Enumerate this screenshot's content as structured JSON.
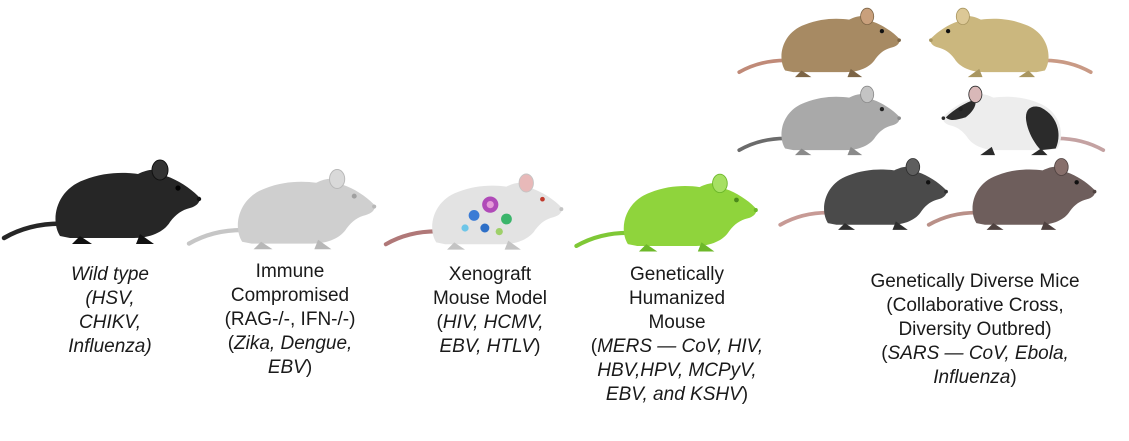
{
  "mice": [
    {
      "id": "wild-type",
      "body": "#262626",
      "dark": "#111111",
      "ear": "#333333",
      "tail": "#262626",
      "eye": "#000000"
    },
    {
      "id": "immune-compromised",
      "body": "#cfcfcf",
      "dark": "#b8b8b8",
      "ear": "#d9d9d9",
      "tail": "#c6c6c6",
      "eye": "#a0a0a0"
    },
    {
      "id": "xenograft",
      "body": "#e3e3e3",
      "dark": "#c4c4c4",
      "ear": "#e8b9b9",
      "tail": "#b07878",
      "eye": "#c0392b"
    },
    {
      "id": "humanized",
      "body": "#8fd43c",
      "dark": "#6db82a",
      "ear": "#a6e063",
      "tail": "#7fc836",
      "eye": "#4c8a1b"
    },
    {
      "id": "diverse-tan",
      "body": "#a78a63",
      "dark": "#7d6546",
      "ear": "#c9a07c",
      "tail": "#c08a78",
      "eye": "#111111"
    },
    {
      "id": "diverse-khaki",
      "body": "#cbb77e",
      "dark": "#a99660",
      "ear": "#dcc896",
      "tail": "#c99a85",
      "eye": "#111111"
    },
    {
      "id": "diverse-gray",
      "body": "#a9a9a9",
      "dark": "#8a8a8a",
      "ear": "#c4c4c4",
      "tail": "#6b6b6b",
      "eye": "#222222"
    },
    {
      "id": "diverse-piebald",
      "body": "#ededed",
      "dark": "#2b2b2b",
      "ear": "#d9b8b8",
      "tail": "#c4a2a2",
      "eye": "#222222"
    },
    {
      "id": "diverse-charcoal",
      "body": "#4a4a4a",
      "dark": "#2f2f2f",
      "ear": "#5e5e5e",
      "tail": "#c79a95",
      "eye": "#111111"
    },
    {
      "id": "diverse-brown",
      "body": "#6e5e5c",
      "dark": "#4f4240",
      "ear": "#876f6b",
      "tail": "#b99088",
      "eye": "#111111"
    }
  ],
  "captions": {
    "wild_type": {
      "l1": "Wild type",
      "l2": "(HSV,",
      "l3": "CHIKV,",
      "l4": "Influenza)"
    },
    "immune": {
      "l1": "Immune",
      "l2": "Compromised",
      "l3": "(RAG-/-, IFN-/-)",
      "l4_open": "(",
      "l4_it": "Zika, Dengue,",
      "l5_it": "EBV",
      "l5_close": ")"
    },
    "xenograft": {
      "l1": "Xenograft",
      "l2": "Mouse Model",
      "l3_open": "(",
      "l3_it": "HIV, HCMV,",
      "l4_it": "EBV, HTLV",
      "l4_close": ")"
    },
    "humanized": {
      "l1": "Genetically",
      "l2": "Humanized",
      "l3": "Mouse",
      "l4_open": "(",
      "l4_it": "MERS — CoV, HIV,",
      "l5_it": "HBV,HPV, MCPyV,",
      "l6_it": "EBV, and KSHV",
      "l6_close": ")"
    },
    "diverse": {
      "l1": "Genetically Diverse Mice",
      "l2": "(Collaborative Cross,",
      "l3": "Diversity Outbred)",
      "l4_open": "(",
      "l4_it": "SARS — CoV, Ebola,",
      "l5_it": "Influenza",
      "l5_close": ")"
    }
  }
}
